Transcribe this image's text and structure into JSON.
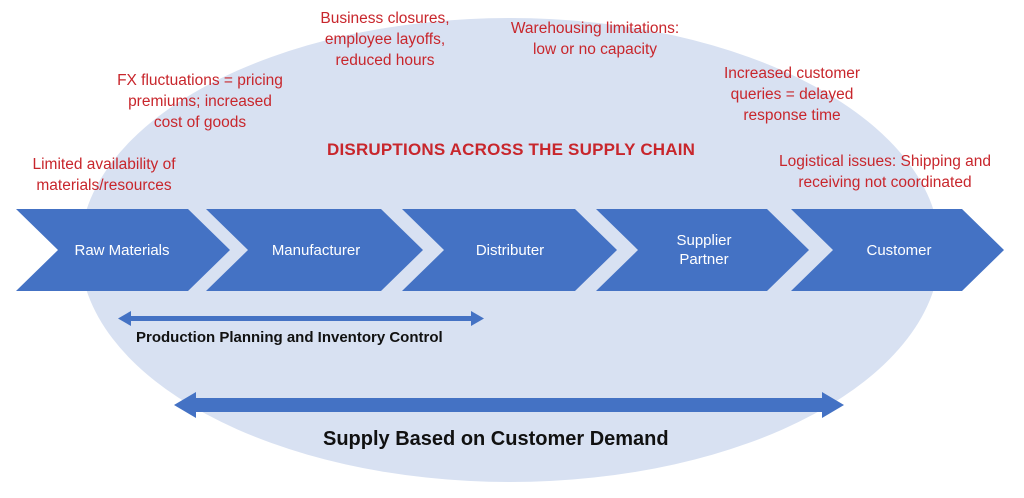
{
  "diagram": {
    "title": "DISRUPTIONS ACROSS THE SUPPLY CHAIN",
    "stages": [
      "Raw Materials",
      "Manufacturer",
      "Distributer",
      "Supplier Partner",
      "Customer"
    ],
    "disruptions": [
      {
        "text": "Limited availability of materials/resources",
        "lines": [
          "Limited availability of",
          "materials/resources"
        ]
      },
      {
        "text": "FX fluctuations = pricing premiums; increased cost of goods",
        "lines": [
          "FX fluctuations = pricing",
          "premiums; increased",
          "cost of goods"
        ]
      },
      {
        "text": "Business closures, employee layoffs, reduced hours",
        "lines": [
          "Business closures,",
          "employee layoffs,",
          "reduced hours"
        ]
      },
      {
        "text": "Warehousing limitations: low or no capacity",
        "lines": [
          "Warehousing limitations:",
          "low or no capacity"
        ]
      },
      {
        "text": "Increased customer queries = delayed response time",
        "lines": [
          "Increased customer",
          "queries = delayed",
          "response time"
        ]
      },
      {
        "text": "Logistical issues: Shipping and receiving not coordinated",
        "lines": [
          "Logistical issues: Shipping and",
          "receiving not coordinated"
        ]
      }
    ],
    "production_label": "Production Planning and Inventory Control",
    "supply_label": "Supply Based on Customer Demand",
    "colors": {
      "ellipse": "#d8e1f2",
      "chevron": "#4472c4",
      "arrow": "#4472c4",
      "disruption_text": "#c8262c",
      "stage_text": "#ffffff"
    }
  }
}
